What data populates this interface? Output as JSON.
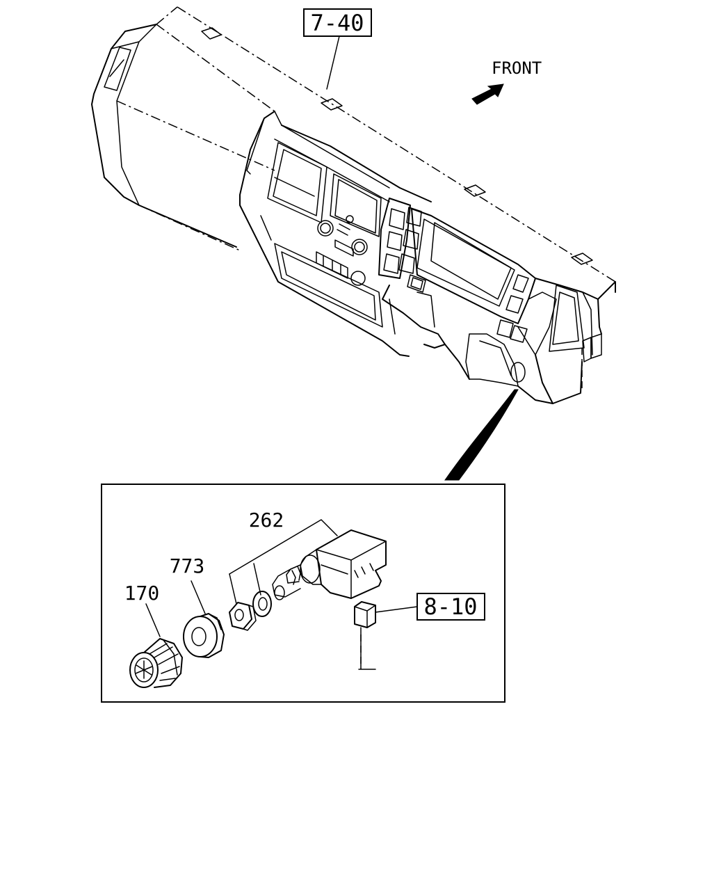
{
  "references": {
    "dashboard_ref": "7-40",
    "connector_ref": "8-10"
  },
  "direction_label": "FRONT",
  "parts": {
    "switch": "262",
    "bezel": "773",
    "knob": "170"
  }
}
